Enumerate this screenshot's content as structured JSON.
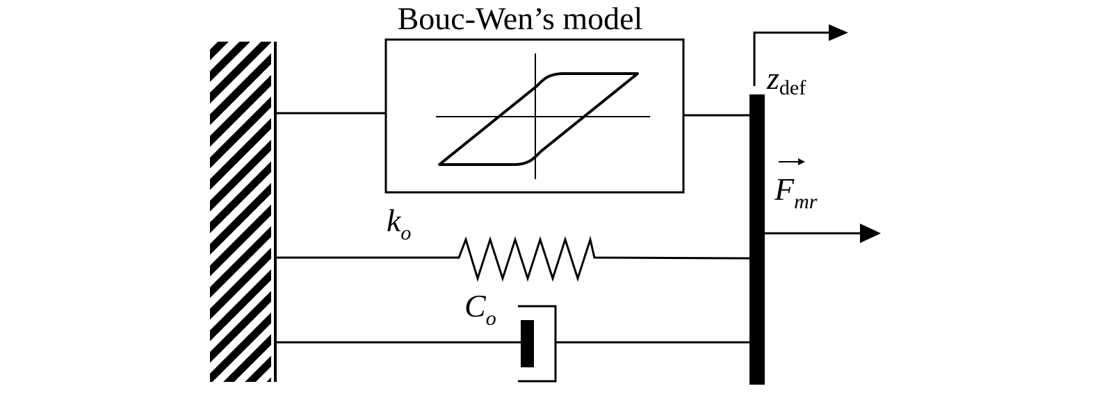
{
  "title": "Bouc-Wen’s model",
  "labels": {
    "displacement": {
      "symbol": "z",
      "subscript": "def"
    },
    "force": {
      "symbol": "F",
      "subscript": "mr"
    },
    "stiffness": {
      "symbol": "k",
      "subscript": "o"
    },
    "damping": {
      "symbol": "C",
      "subscript": "o"
    }
  },
  "colors": {
    "line": "#000000",
    "background": "#ffffff"
  }
}
